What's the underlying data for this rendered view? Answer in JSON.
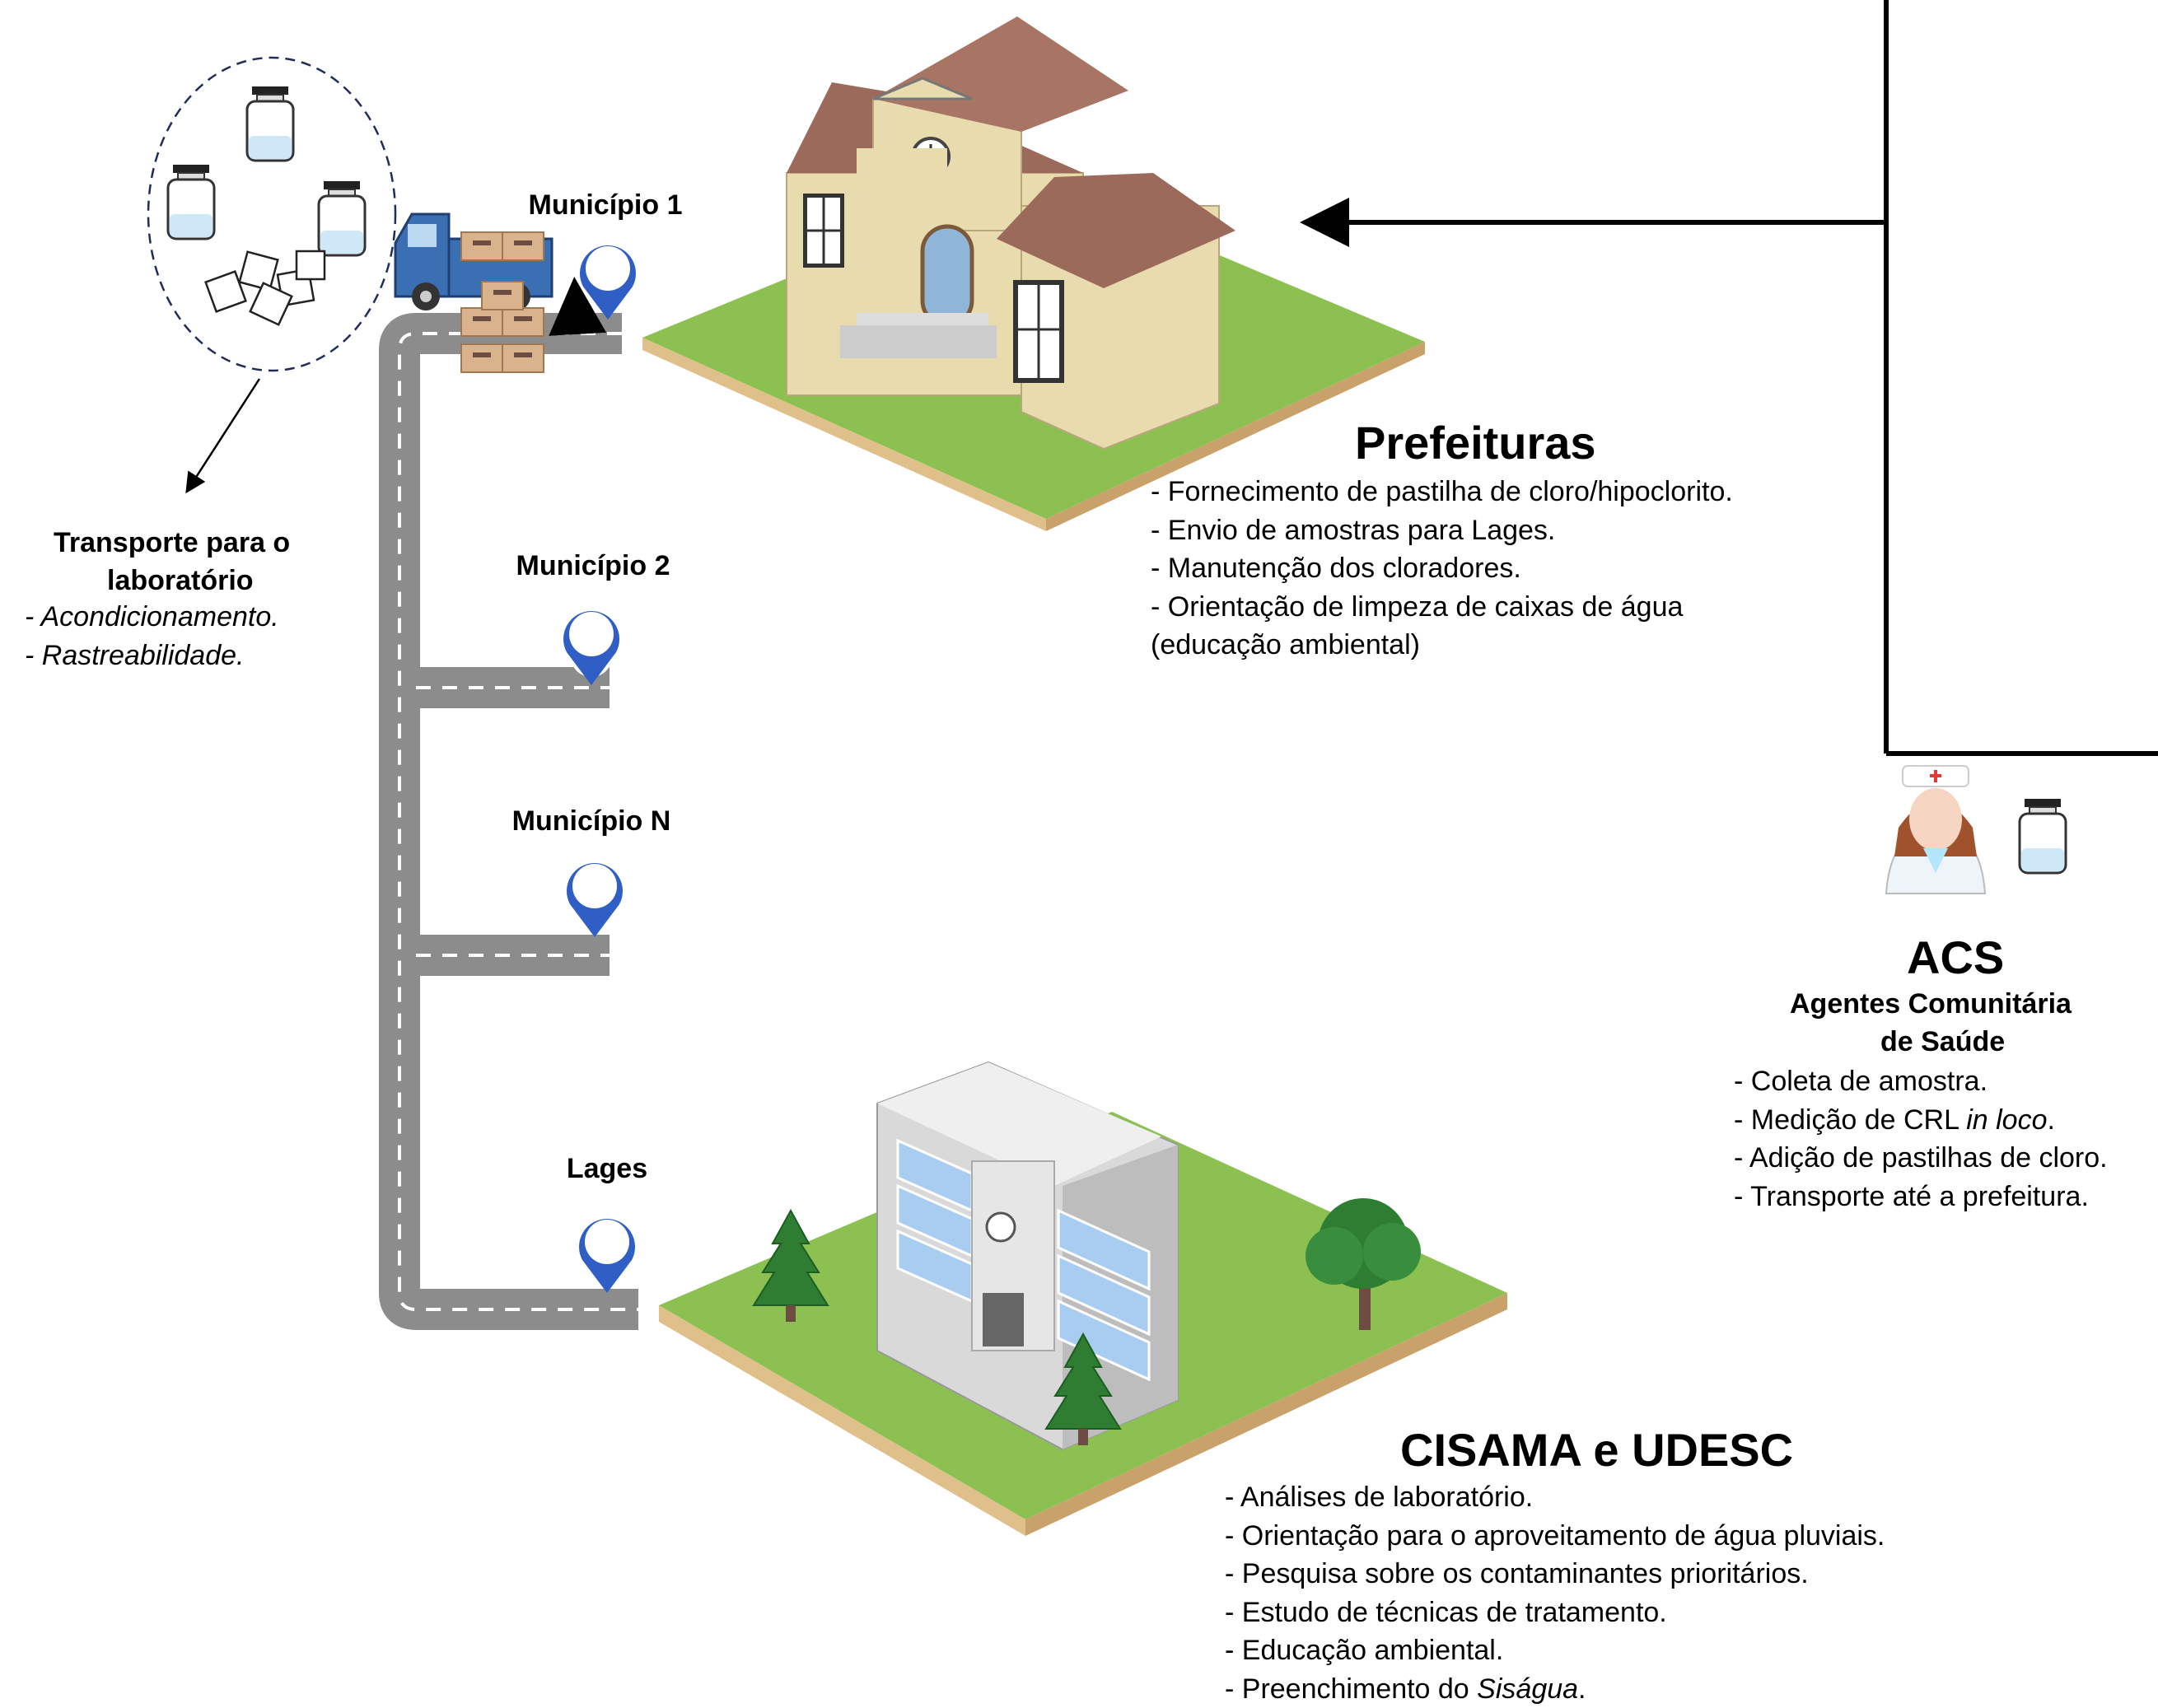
{
  "transport": {
    "title_line1": "Transporte para o",
    "title_line2": "laboratório",
    "items": [
      "- Acondicionamento.",
      "- Rastreabilidade."
    ]
  },
  "municipios": {
    "m1": "Município 1",
    "m2": "Município 2",
    "mn": "Município N",
    "lages": "Lages"
  },
  "prefeituras": {
    "title": "Prefeituras",
    "items": [
      "- Fornecimento de pastilha de cloro/hipoclorito.",
      "- Envio de amostras para Lages.",
      "- Manutenção dos cloradores.",
      "- Orientação de limpeza de caixas de água",
      "(educação ambiental)"
    ]
  },
  "acs": {
    "title": "ACS",
    "subtitle_line1": "Agentes Comunitária",
    "subtitle_line2": "de Saúde",
    "item1": "- Coleta de amostra.",
    "item2_prefix": "- Medição de CRL ",
    "item2_italic": "in loco",
    "item2_suffix": ".",
    "item3": "- Adição de pastilhas de cloro.",
    "item4": "- Transporte até a prefeitura."
  },
  "cisama": {
    "title": "CISAMA e UDESC",
    "items": [
      "- Análises de laboratório.",
      "- Orientação para o aproveitamento de água pluviais.",
      "- Pesquisa sobre os contaminantes prioritários.",
      "- Estudo de técnicas de tratamento.",
      "- Educação ambiental."
    ],
    "last_prefix": "- Preenchimento do ",
    "last_italic": "Siságua",
    "last_suffix": "."
  },
  "colors": {
    "road": "#8c8c8c",
    "grass": "#8cc152",
    "pin": "#2f5fc4",
    "roof": "#9b6a5a",
    "wall": "#e8dcae",
    "truck": "#3b6fb3"
  },
  "icons": [
    "map-pin-icon",
    "truck-icon",
    "sample-bottle-icon",
    "clock-icon",
    "tree-icon",
    "nurse-icon",
    "arrow-icon"
  ]
}
